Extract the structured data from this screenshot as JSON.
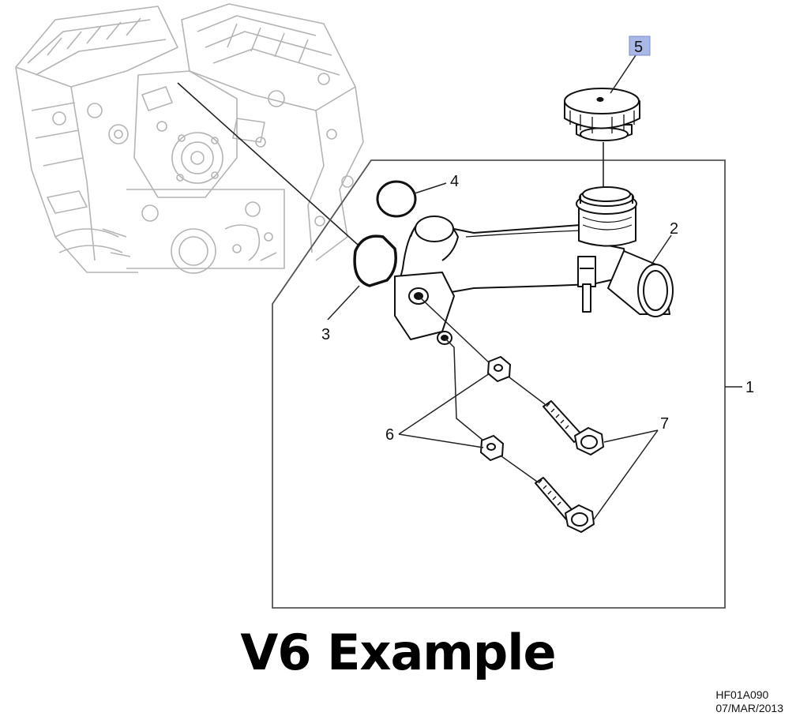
{
  "diagram": {
    "callouts": {
      "c1": "1",
      "c2": "2",
      "c3": "3",
      "c4": "4",
      "c5": "5",
      "c6": "6",
      "c7": "7"
    },
    "highlight_color": "#aab8e8"
  },
  "caption": "V6 Example",
  "reference": {
    "code": "HF01A090",
    "date": "07/MAR/2013"
  }
}
